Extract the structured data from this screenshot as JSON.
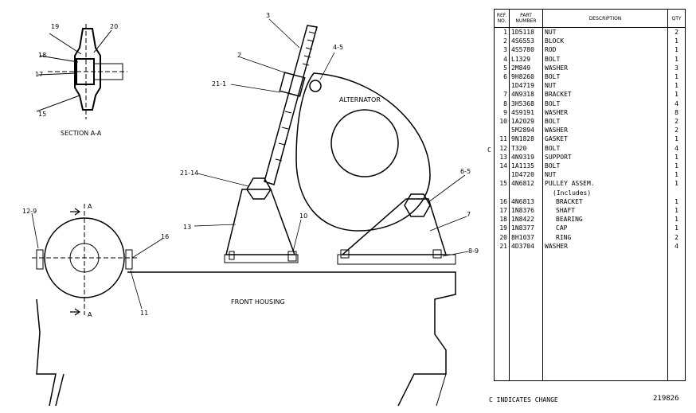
{
  "drawing": {
    "section_label": "SECTION A-A",
    "alternator_label": "ALTERNATOR",
    "front_housing_label": "FRONT HOUSING",
    "section_arrow_label": "A",
    "callouts": {
      "c3": "3",
      "c2": "2",
      "c45": "4-5",
      "c211": "21-1",
      "c19": "19",
      "c20": "20",
      "c18": "18",
      "c17": "17",
      "c15": "15",
      "c2114": "21-14",
      "c65": "6-5",
      "c7": "7",
      "c13": "13",
      "c10": "10",
      "c89": "8-9",
      "c129": "12-9",
      "c16": "16",
      "c11": "11"
    }
  },
  "parts_list": {
    "headers": {
      "ref": "REF. NO.",
      "part": "PART NUMBER",
      "desc": "DESCRIPTION",
      "qty": "QTY"
    },
    "rows": [
      {
        "ref": "1",
        "part": "1D5118",
        "desc": "NUT",
        "qty": "2"
      },
      {
        "ref": "2",
        "part": "4S6553",
        "desc": "BLOCK",
        "qty": "1"
      },
      {
        "ref": "3",
        "part": "4S5780",
        "desc": "ROD",
        "qty": "1"
      },
      {
        "ref": "4",
        "part": "L1329",
        "desc": "BOLT",
        "qty": "1"
      },
      {
        "ref": "5",
        "part": "2M849",
        "desc": "WASHER",
        "qty": "3"
      },
      {
        "ref": "6",
        "part": "9H8260",
        "desc": "BOLT",
        "qty": "1"
      },
      {
        "ref": "",
        "part": "1D4719",
        "desc": "NUT",
        "qty": "1"
      },
      {
        "ref": "7",
        "part": "4N9318",
        "desc": "BRACKET",
        "qty": "1"
      },
      {
        "ref": "8",
        "part": "3H5368",
        "desc": "BOLT",
        "qty": "4"
      },
      {
        "ref": "9",
        "part": "4S9191",
        "desc": "WASHER",
        "qty": "8"
      },
      {
        "ref": "10",
        "part": "1A2029",
        "desc": "BOLT",
        "qty": "2"
      },
      {
        "ref": "",
        "part": "5M2894",
        "desc": "WASHER",
        "qty": "2"
      },
      {
        "ref": "11",
        "part": "9N1828",
        "desc": "GASKET",
        "qty": "1"
      },
      {
        "ref": "12",
        "part": "T320",
        "desc": "BOLT",
        "qty": "4"
      },
      {
        "ref": "13",
        "part": "4N9319",
        "desc": "SUPPORT",
        "qty": "1"
      },
      {
        "ref": "14",
        "part": "1A1135",
        "desc": "BOLT",
        "qty": "1"
      },
      {
        "ref": "",
        "part": "1D4720",
        "desc": "NUT",
        "qty": "1"
      },
      {
        "ref": "15",
        "part": "4N6812",
        "desc": "PULLEY ASSEM.",
        "qty": "1"
      },
      {
        "ref": "",
        "part": "",
        "desc": "(Includes)",
        "qty": ""
      },
      {
        "ref": "16",
        "part": "4N6813",
        "desc": "BRACKET",
        "qty": "1"
      },
      {
        "ref": "17",
        "part": "1N8376",
        "desc": "SHAFT",
        "qty": "1"
      },
      {
        "ref": "18",
        "part": "1N8422",
        "desc": "BEARING",
        "qty": "1"
      },
      {
        "ref": "19",
        "part": "1N8377",
        "desc": "CAP",
        "qty": "1"
      },
      {
        "ref": "20",
        "part": "8H1037",
        "desc": "RING",
        "qty": "2"
      },
      {
        "ref": "21",
        "part": "4D3704",
        "desc": "WASHER",
        "qty": "4"
      }
    ],
    "change_mark": "C"
  },
  "footer": {
    "note": "C INDICATES CHANGE",
    "document_number": "219826"
  }
}
